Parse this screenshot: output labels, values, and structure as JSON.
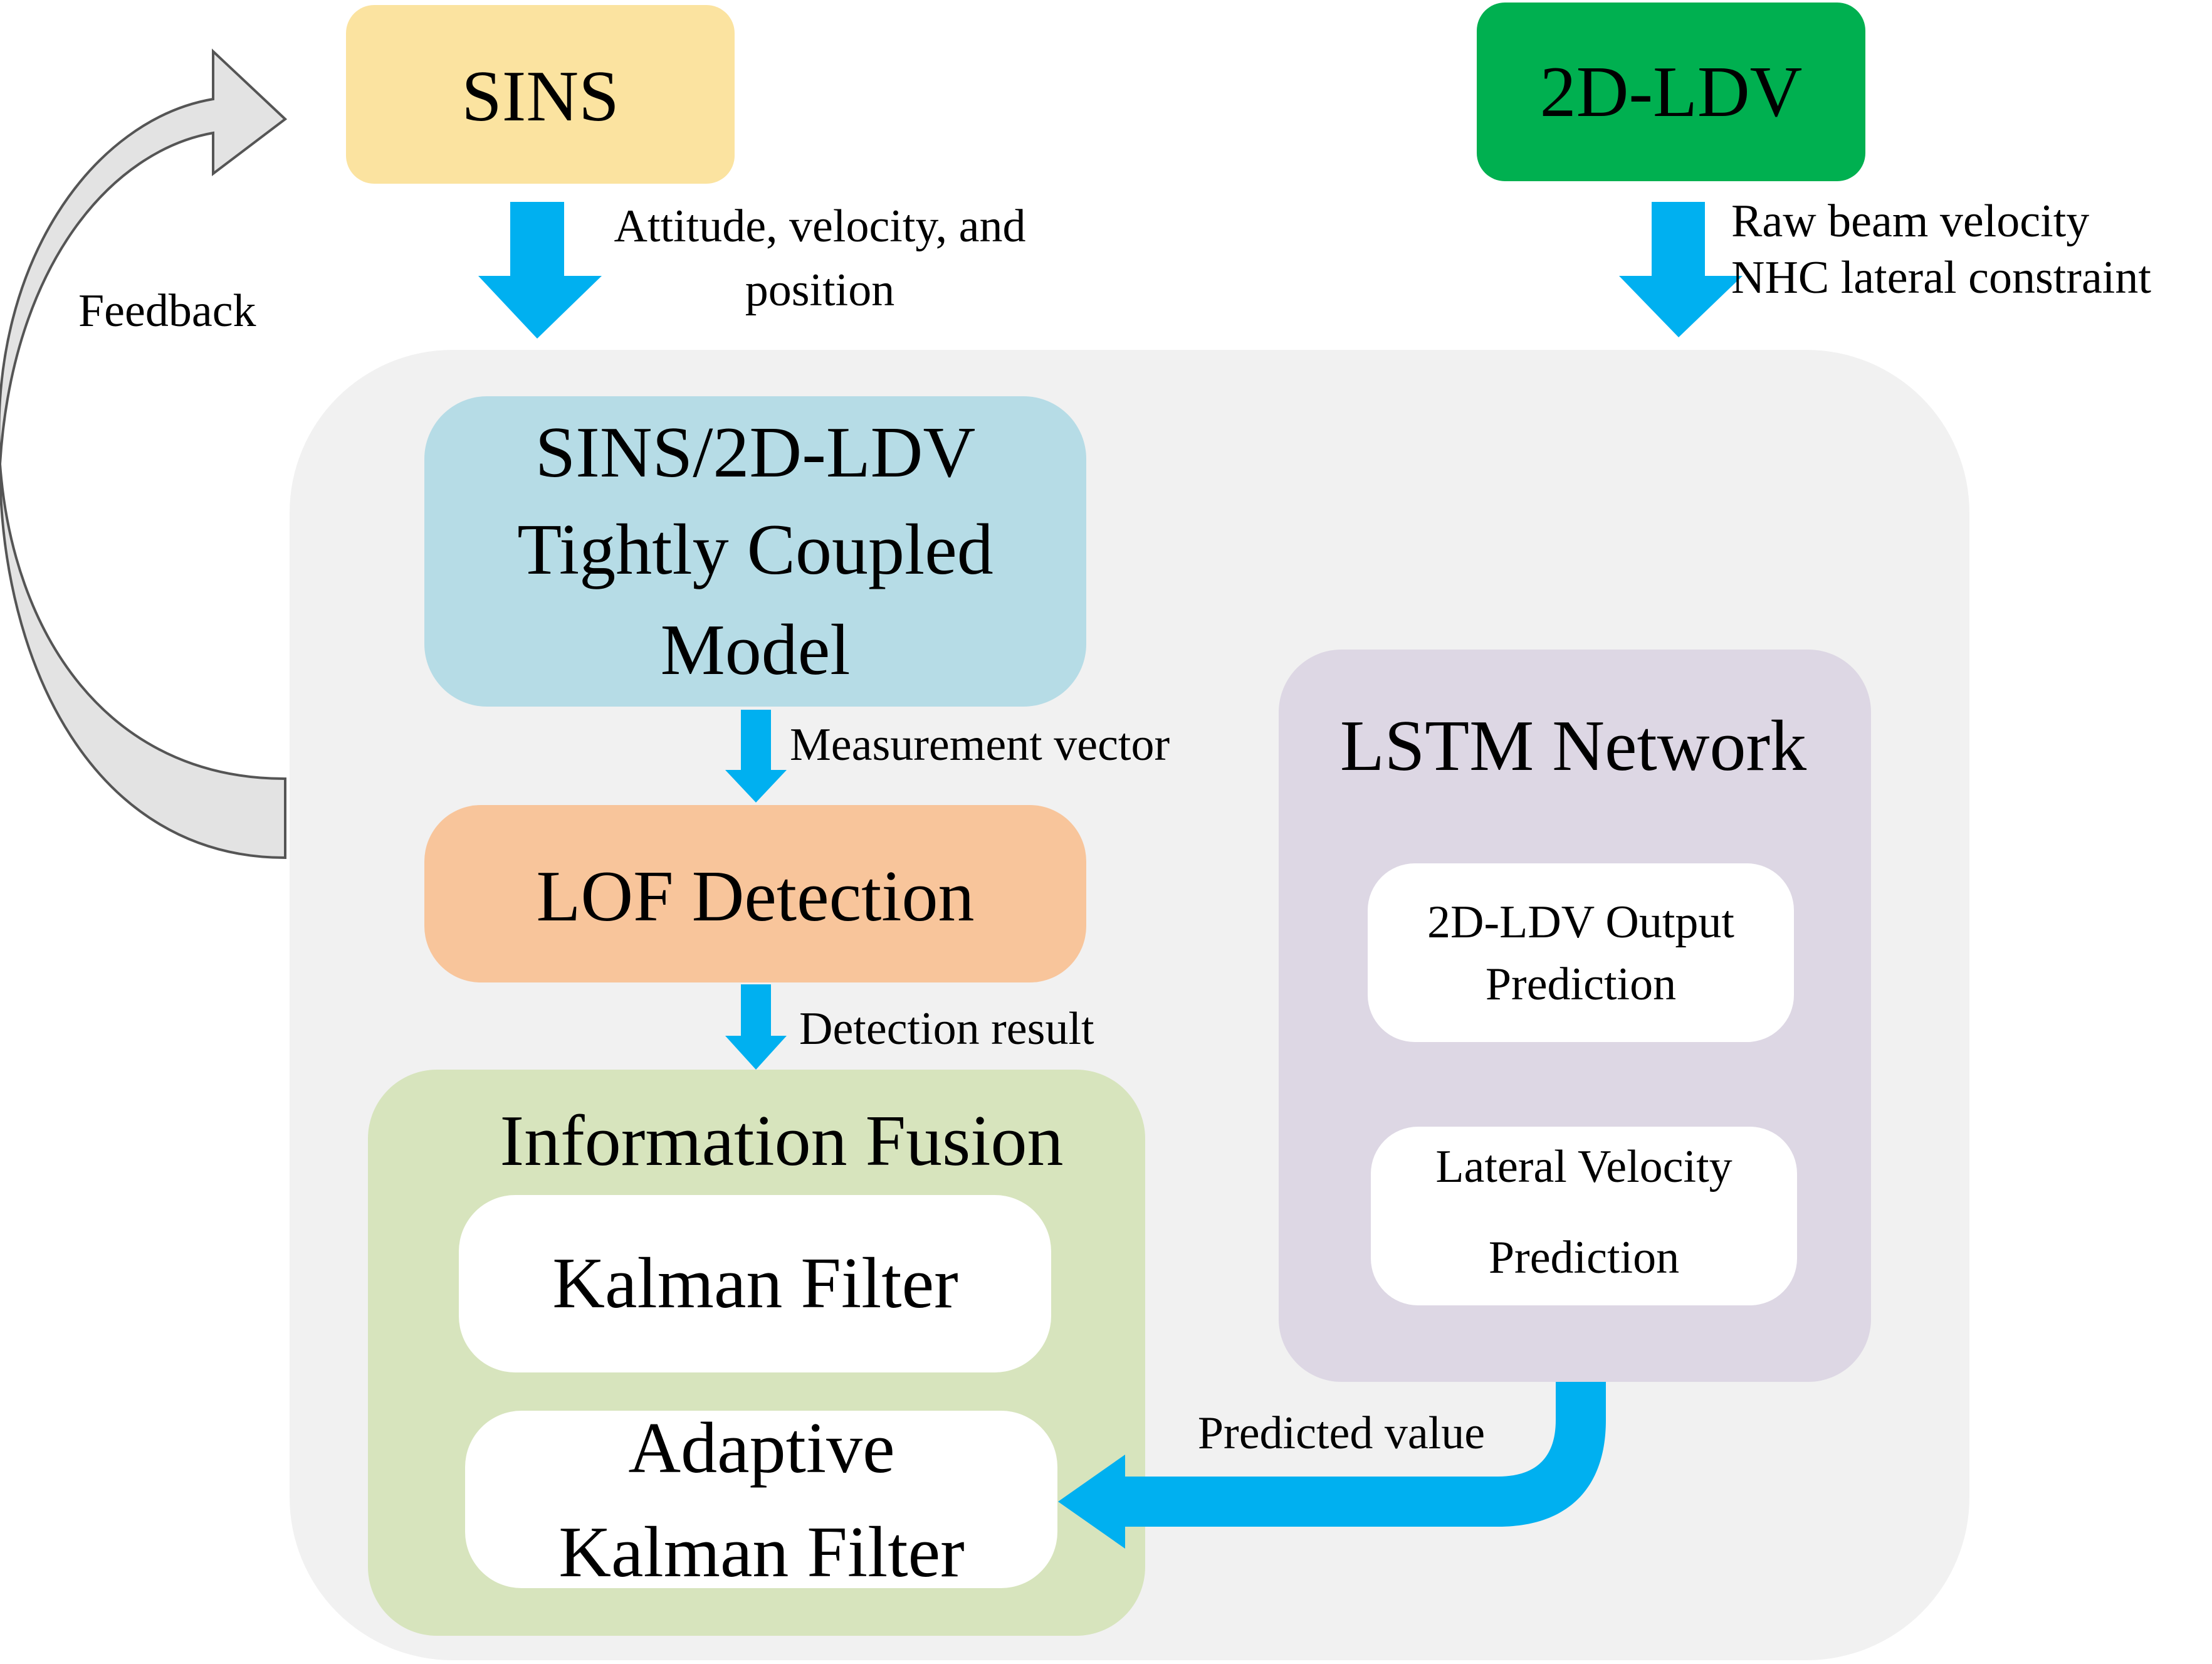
{
  "colors": {
    "sins": "#fbe3a0",
    "ldv": "#00b050",
    "main_panel": "#f1f1f1",
    "coupled_model": "#b6dce6",
    "lof": "#f8c59b",
    "fusion": "#d7e4bd",
    "lstm": "#ddd7e4",
    "inner_box": "#ffffff",
    "flow_arrow": "#00b0f0",
    "feedback_arrow": "#e3e3e3"
  },
  "sources": {
    "sins_label": "SINS",
    "ldv_label": "2D-LDV"
  },
  "flow_labels": {
    "sins_output_line1": "Attitude, velocity, and",
    "sins_output_line2": "position",
    "ldv_output_line1": "Raw beam velocity",
    "ldv_output_line2": "NHC lateral constraint",
    "feedback": "Feedback",
    "measurement": "Measurement vector",
    "detection_result": "Detection result",
    "predicted_value": "Predicted value"
  },
  "coupled_model": {
    "line1": "SINS/2D-LDV",
    "line2": "Tightly Coupled",
    "line3": "Model"
  },
  "lof": {
    "label": "LOF Detection"
  },
  "fusion": {
    "title": "Information Fusion",
    "kalman": "Kalman Filter",
    "adaptive_line1": "Adaptive",
    "adaptive_line2": "Kalman Filter"
  },
  "lstm": {
    "title": "LSTM Network",
    "output_line1": "2D-LDV Output",
    "output_line2": "Prediction",
    "lateral_line1": "Lateral Velocity",
    "lateral_line2": "Prediction"
  }
}
